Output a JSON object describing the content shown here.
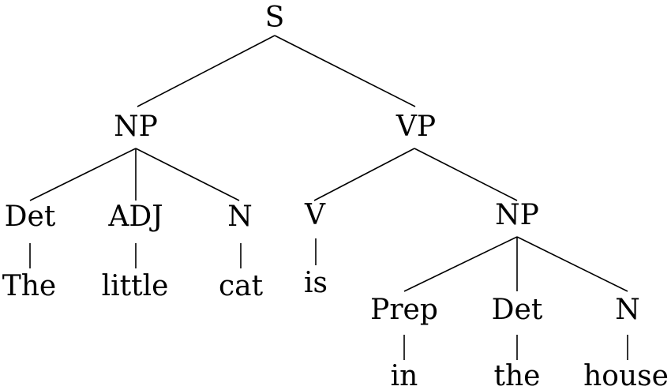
{
  "tree": {
    "root": "S",
    "nodes": {
      "s": "S",
      "np1": "NP",
      "vp": "VP",
      "det1": "Det",
      "adj": "ADJ",
      "n1": "N",
      "v": "V",
      "np2": "NP",
      "prep": "Prep",
      "det2": "Det",
      "n2": "N"
    },
    "words": {
      "w_the": "The",
      "w_little": "little",
      "w_cat": "cat",
      "w_is": "is",
      "w_in": "in",
      "w_the2": "the",
      "w_house": "house"
    }
  }
}
